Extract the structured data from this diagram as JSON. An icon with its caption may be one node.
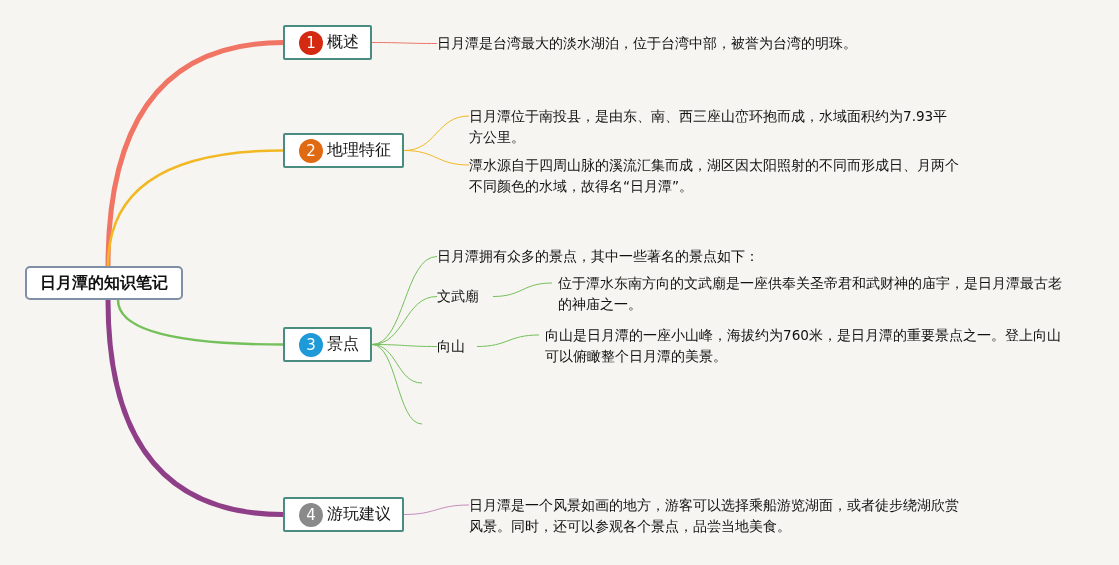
{
  "diagram": {
    "nodes": [
      {
        "text": [
          "日月潭的知识笔记"
        ]
      },
      {
        "text": [
          "1",
          "概述"
        ]
      },
      {
        "text": [
          "日月潭是台湾最大的淡水湖泊，位于台湾中部，被誉为台湾的明珠。"
        ]
      },
      {
        "text": [
          "2",
          "地理特征"
        ]
      },
      {
        "text": [
          "日月潭位于南投县，是由东、南、西三座山峦环抱而成，水域面积约为7.93平方公里。"
        ]
      },
      {
        "text": [
          "潭水源自于四周山脉的溪流汇集而成，湖区因太阳照射的不同而形成日、月两个不同颜色的水域，故得名“日月潭”。"
        ]
      },
      {
        "text": [
          "3",
          "景点"
        ]
      },
      {
        "text": [
          "日月潭拥有众多的景点，其中一些著名的景点如下："
        ]
      },
      {
        "text": [
          "文武廟"
        ]
      },
      {
        "text": [
          "位于潭水东南方向的文武廟是一座供奉关圣帝君和武财神的庙宇，是日月潭最古老的神庙之一。"
        ]
      },
      {
        "text": [
          "向山"
        ]
      },
      {
        "text": [
          "向山是日月潭的一座小山峰，海拔约为760米，是日月潭的重要景点之一。登上向山可以俯瞰整个日月潭的美景。"
        ]
      },
      {
        "text": [
          "4",
          "游玩建议"
        ]
      },
      {
        "text": [
          "日月潭是一个风景如画的地方，游客可以选择乘船游览湖面，或者徒步绕湖欣赏风景。同时，还可以参观各个景点，品尝当地美食。"
        ]
      }
    ],
    "edges": [
      {
        "from": 0,
        "to": 1,
        "arrow": "none",
        "style": "thick",
        "color": "#f07565"
      },
      {
        "from": 1,
        "to": 2,
        "arrow": "none",
        "color": "#e8776a"
      },
      {
        "from": 0,
        "to": 3,
        "arrow": "none",
        "color": "#f2b824"
      },
      {
        "from": 3,
        "to": 4,
        "arrow": "none",
        "color": "#f2b824"
      },
      {
        "from": 3,
        "to": 5,
        "arrow": "none",
        "color": "#f2b824"
      },
      {
        "from": 0,
        "to": 6,
        "arrow": "none"
      },
      {
        "from": 6,
        "to": 7,
        "arrow": "none"
      },
      {
        "from": 6,
        "to": 8,
        "arrow": "none"
      },
      {
        "from": 6,
        "to": 10,
        "arrow": "none"
      },
      {
        "from": 6,
        "to": null,
        "arrow": "none"
      },
      {
        "from": 6,
        "to": null,
        "arrow": "none"
      },
      {
        "from": 8,
        "to": 9,
        "arrow": "none"
      },
      {
        "from": 10,
        "to": 11,
        "arrow": "none"
      },
      {
        "from": 0,
        "to": 12,
        "arrow": "none",
        "style": "thick",
        "color": "#8f3f87"
      },
      {
        "from": 12,
        "to": 13,
        "arrow": "none",
        "color": "#c48bbd"
      }
    ]
  }
}
